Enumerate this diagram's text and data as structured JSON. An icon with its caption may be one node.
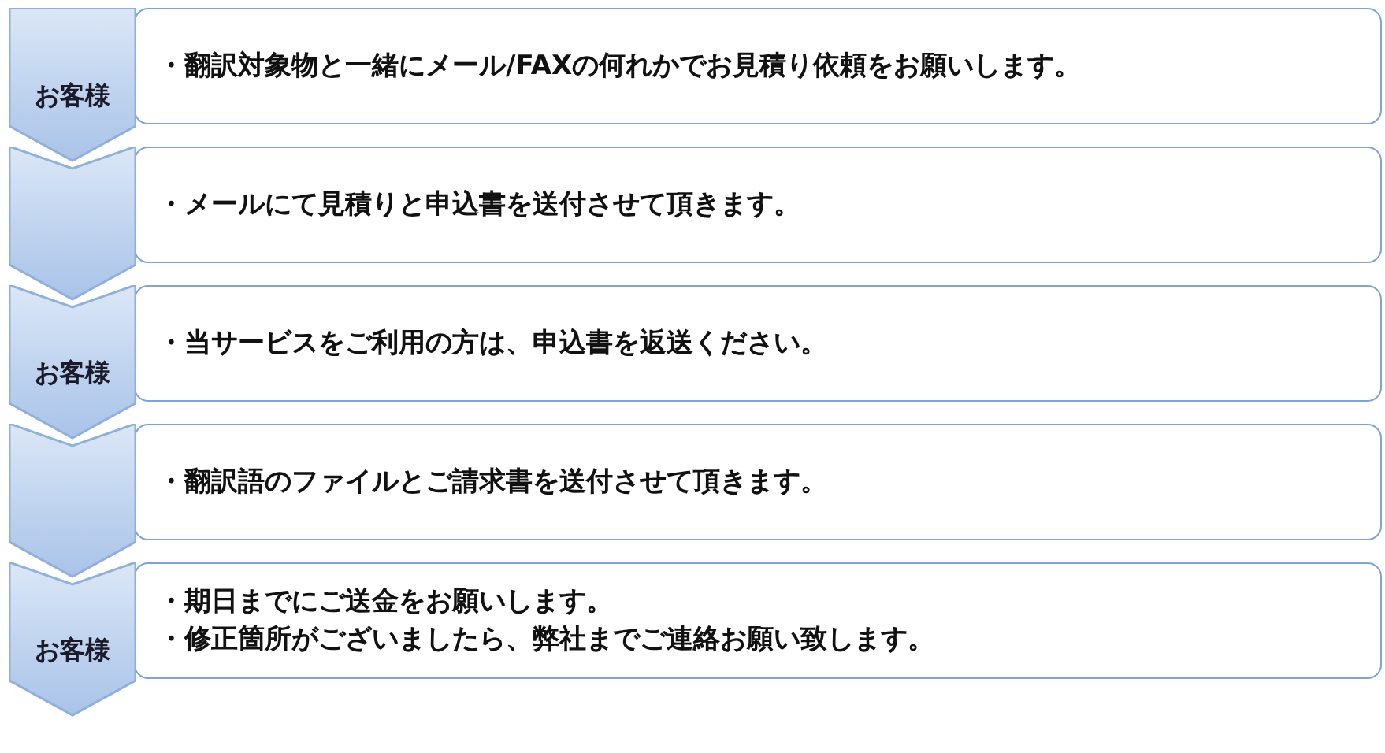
{
  "diagram": {
    "nodes": [
      {
        "text": [
          "お客様"
        ]
      },
      {
        "text": [
          "・翻訳対象物と一緒にメール/FAXの何れかでお見積り依頼をお願いします。"
        ]
      },
      {
        "text": [],
        "shape": "chevron"
      },
      {
        "text": [
          "・メールにて見積りと申込書を送付させて頂きます。"
        ]
      },
      {
        "text": [
          "お客様"
        ]
      },
      {
        "text": [
          "・当サービスをご利用の方は、申込書を返送ください。"
        ]
      },
      {
        "text": [],
        "shape": "chevron"
      },
      {
        "text": [
          "・翻訳語のファイルとご請求書を送付させて頂きます。"
        ]
      },
      {
        "text": [
          "お客様"
        ]
      },
      {
        "text": [
          "・期日までにご送金をお願いします。",
          "・修正箇所がございましたら、弊社までご連絡お願い致します。"
        ]
      }
    ]
  }
}
